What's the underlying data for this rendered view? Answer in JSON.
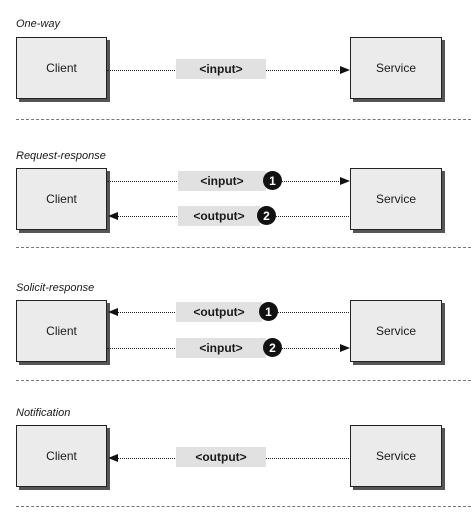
{
  "sections": [
    {
      "title": "One-way",
      "client": "Client",
      "service": "Service",
      "messages": [
        {
          "label": "<input>",
          "badge": ""
        }
      ]
    },
    {
      "title": "Request-response",
      "client": "Client",
      "service": "Service",
      "messages": [
        {
          "label": "<input>",
          "badge": "1"
        },
        {
          "label": "<output>",
          "badge": "2"
        }
      ]
    },
    {
      "title": "Solicit-response",
      "client": "Client",
      "service": "Service",
      "messages": [
        {
          "label": "<output>",
          "badge": "1"
        },
        {
          "label": "<input>",
          "badge": "2"
        }
      ]
    },
    {
      "title": "Notification",
      "client": "Client",
      "service": "Service",
      "messages": [
        {
          "label": "<output>",
          "badge": ""
        }
      ]
    }
  ]
}
